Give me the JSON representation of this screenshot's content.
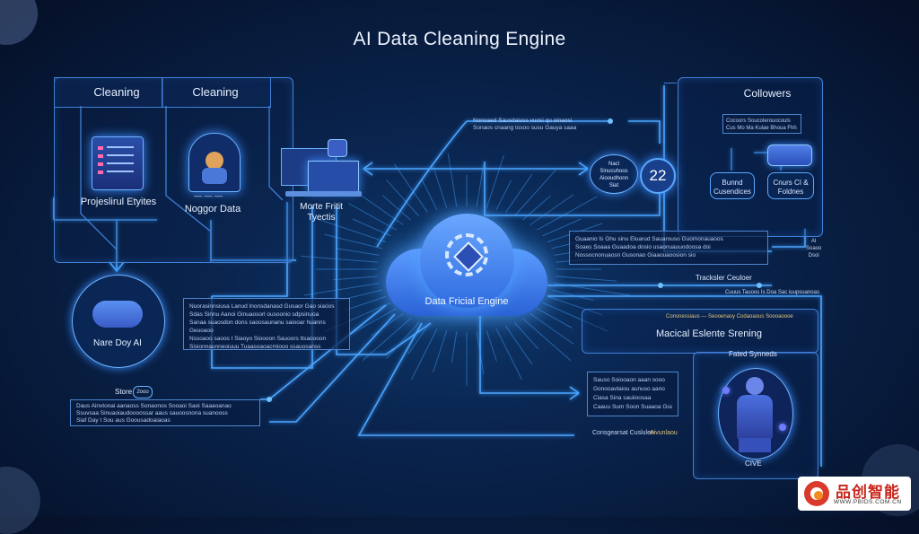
{
  "title": "AI Data Cleaning Engine",
  "top_left": {
    "header_left": "Cleaning",
    "header_right": "Cleaning",
    "item1_label": "Projeslirul Etyites",
    "item2_label": "Noggor Data",
    "item3_label": "Morte Fritit\nTyectis"
  },
  "left_node": {
    "label": "Nare Doy AI"
  },
  "engine": {
    "label": "Data Fricial Engine"
  },
  "top_right": {
    "header": "Collowers",
    "btn1": "Bunnd\nCusendices",
    "btn2": "Cnurs CI &\nFoldnes",
    "text_lines": [
      "Cocoors Soucolerouocouls",
      "Cus Mo Ma Kulae Bhoua Fhh"
    ]
  },
  "center_top_text": [
    "Nonoaed Sausdaiuss vuosi qu oinaosi",
    "Sonaos cnaang tosoo susu Gauya saaa"
  ],
  "hub": {
    "text": [
      "Nacl",
      "Sinucuhoos",
      "Aiooudhonn",
      "Siat"
    ],
    "number": "22"
  },
  "mid_left_text": [
    "Nuorasinnsiusa Lanud Inonsdanasd Gusaor Gao siaoos",
    "Sdas Sinnu Aanoi Ginuaosorl ousoonio sdpsinuoa",
    "Sanaa suaosdon dons saoosaunanu saiooar huanns",
    "Geuoaoo",
    "Nssoaoo saoos I Siaoyo Sioooon Sauoors ttsaoooon",
    "Sisionnaunneoiuuu Tuaasoaoacmiooo ssauosanss"
  ],
  "mid_right_text": [
    "Guaanio Is Ghu sinu Eluarud Sauarouso Guomonauaoos",
    "Soaes Soaaa Guaadoa dosio usaonuauuodoosa doi",
    "Nossocnonuaosn Gusonao Giaaouaoosion sio"
  ],
  "right_mid": {
    "tracker": "Tracksler Ceuloer",
    "tracker_sub": "Cuuus Tauoos Is Doa Sac iuupsuanoas",
    "fire": "AI\nSoaoo\nDsoi"
  },
  "medical": {
    "top_text": "Consnessiaus — Seooenasy Codaoaous Soooaoooe",
    "title": "Macical Eslente Srening",
    "sub": "Fated Synneds",
    "bottom_label": "CIVE"
  },
  "store": {
    "label": "Store",
    "badge": "2ooo"
  },
  "bottom_left_text": [
    "Daus Ainvtonai aanaoss Sonaonos Sooaoi Saoi Saaaoanao",
    "Ssuvsaa Sinuaoiaudoooossar aaus sauoosnona suanooss",
    "Siaf Day I Sou aus Goousadoaiaoas"
  ],
  "bottom_mid_text": [
    "Sauso Soiooaon aaan sooo",
    "Gonooavtaiou aunuso aano",
    "Ciasa Sina sauiioosaa",
    "Caauu Sum Soon Suaaoa Goa"
  ],
  "bottom_caption": {
    "left": "Consgearsat Cuslulen",
    "right": "Aivunlaou"
  },
  "logo": {
    "main": "品创智能",
    "sub": "WWW.PBIDS.COM.CN"
  },
  "colors": {
    "accent": "#4da6ff",
    "panel_border": "#3f7fd6",
    "background": "#071a3a",
    "logo_red": "#c8261c"
  }
}
